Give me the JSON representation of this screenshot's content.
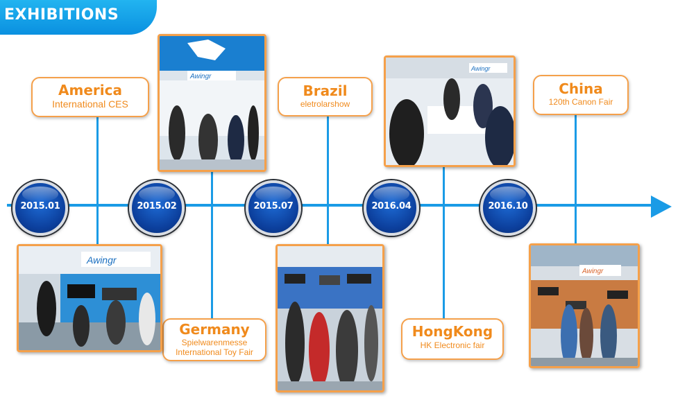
{
  "banner": {
    "title": "EXHIBITIONS"
  },
  "timeline": {
    "nodes": [
      {
        "date": "2015.01"
      },
      {
        "date": "2015.02"
      },
      {
        "date": "2015.07"
      },
      {
        "date": "2016.04"
      },
      {
        "date": "2016.10"
      }
    ]
  },
  "exhibitions": [
    {
      "country": "America",
      "event": "International CES"
    },
    {
      "country": "Germany",
      "event_line1": "Spielwarenmesse",
      "event_line2": "International Toy Fair"
    },
    {
      "country": "Brazil",
      "event": "eletrolarshow"
    },
    {
      "country": "HongKong",
      "event": "HK Electronic fair"
    },
    {
      "country": "China",
      "event": "120th Canon Fair"
    }
  ],
  "photos": {
    "brand_sign": "Awingr"
  },
  "colors": {
    "accent_blue": "#1a9be6",
    "accent_orange": "#f08a1c",
    "node_blue": "#0c3f9c"
  }
}
